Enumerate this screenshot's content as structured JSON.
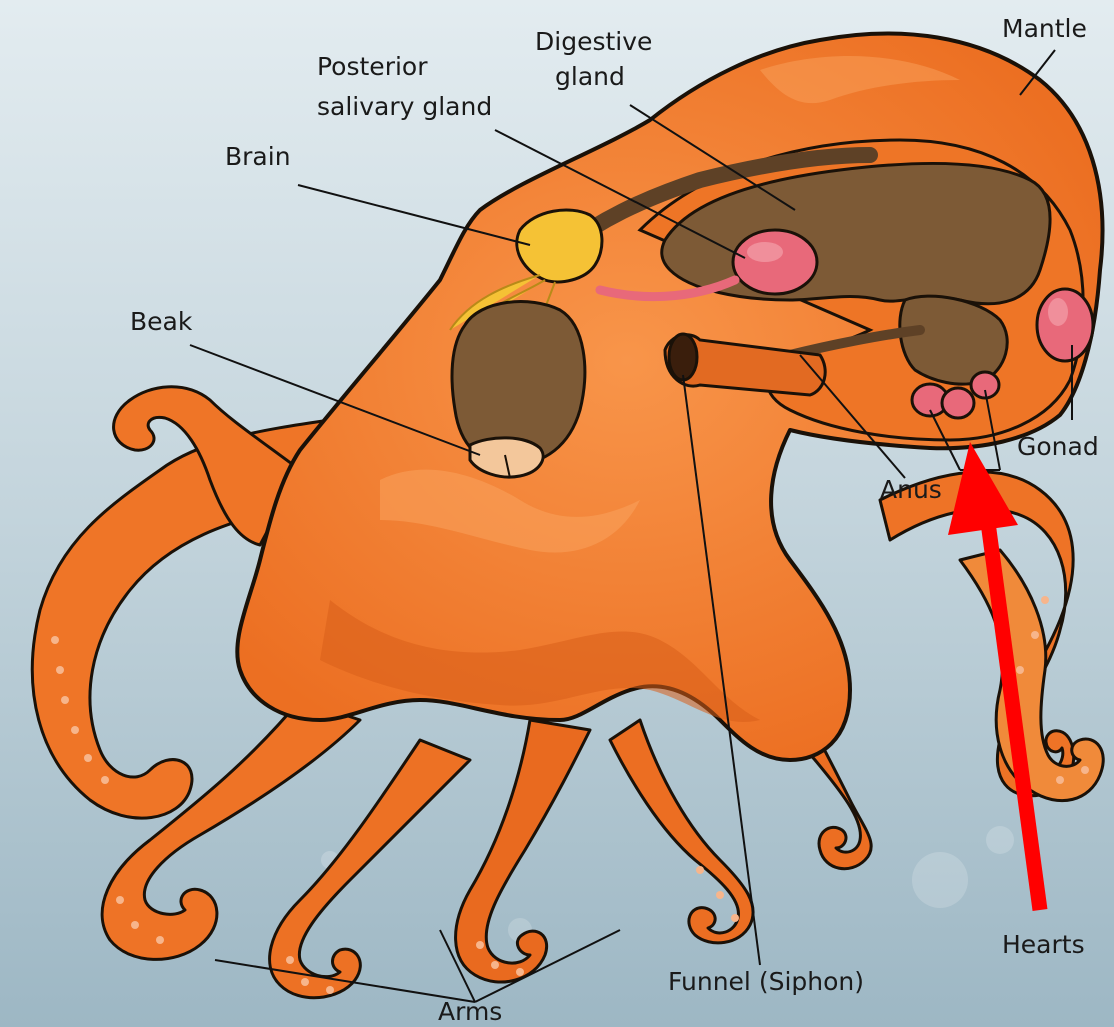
{
  "labels": {
    "mantle": "Mantle",
    "digestive_gland_line1": "Digestive",
    "digestive_gland_line2": "gland",
    "posterior_salivary_line1": "Posterior",
    "posterior_salivary_line2": "salivary gland",
    "brain": "Brain",
    "beak": "Beak",
    "gonad": "Gonad",
    "anus": "Anus",
    "hearts": "Hearts",
    "funnel": "Funnel (Siphon)",
    "arms": "Arms"
  },
  "colors": {
    "background_top": "#dfe9ee",
    "background_bottom": "#9fb9c6",
    "body": "#f07a2a",
    "body_shadow": "#d95f1a",
    "body_highlight": "#f79a4e",
    "outline": "#1a1108",
    "organ": "#7d5a36",
    "organ_dark": "#5e4126",
    "brain": "#f5c235",
    "gland_pink": "#e8697a",
    "suckers": "#f6b48a",
    "arrow": "#ff0000"
  },
  "annotation": {
    "type": "arrow",
    "color": "#ff0000",
    "points_to": "hearts"
  }
}
